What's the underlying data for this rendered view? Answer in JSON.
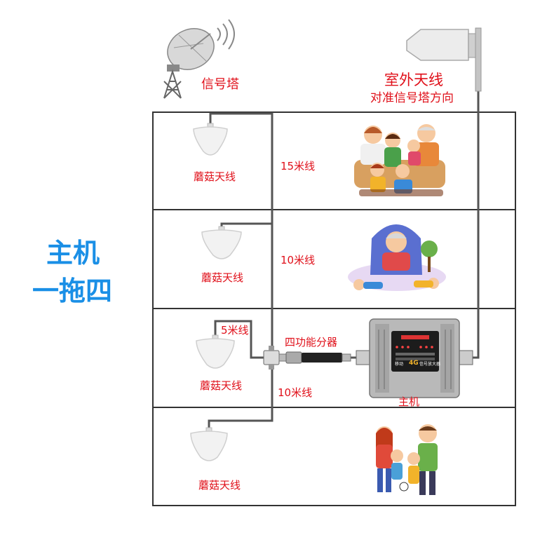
{
  "labels": {
    "signal_tower": "信号塔",
    "outdoor_antenna": "室外天线",
    "outdoor_antenna_hint": "对准信号塔方向",
    "mushroom_antenna": "蘑菇天线",
    "cable_15m": "15米线",
    "cable_10m": "10米线",
    "cable_5m": "5米线",
    "splitter": "四功能分器",
    "host": "主机",
    "headline_line1": "主机",
    "headline_line2": "一拖四"
  },
  "device_screen": {
    "brand": "移动",
    "net": "4G",
    "product": "信号放大器"
  },
  "colors": {
    "label_red": "#e0101a",
    "headline_blue": "#1a8fe6",
    "cable": "#555555",
    "frame": "#333333"
  }
}
